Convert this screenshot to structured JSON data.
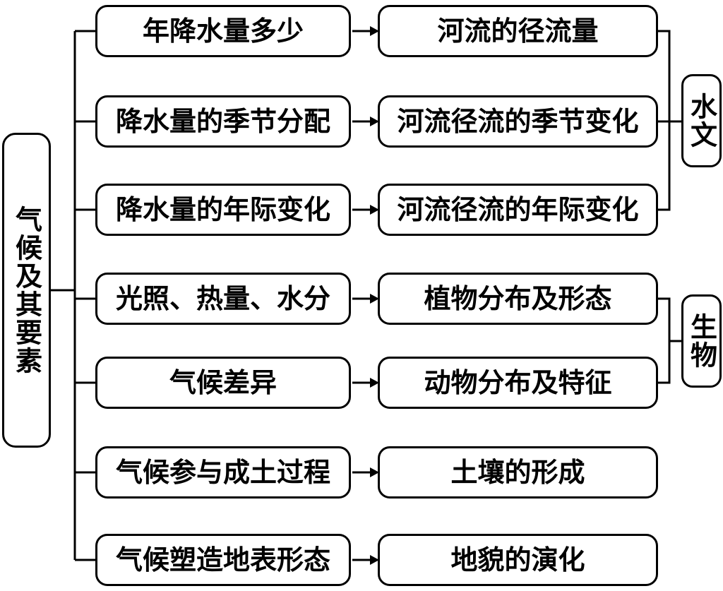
{
  "diagram": {
    "root": {
      "label": "气候及其要素"
    },
    "rows": [
      {
        "cause": "年降水量多少",
        "effect": "河流的径流量"
      },
      {
        "cause": "降水量的季节分配",
        "effect": "河流径流的季节变化"
      },
      {
        "cause": "降水量的年际变化",
        "effect": "河流径流的年际变化"
      },
      {
        "cause": "光照、热量、水分",
        "effect": "植物分布及形态"
      },
      {
        "cause": "气候差异",
        "effect": "动物分布及特征"
      },
      {
        "cause": "气候参与成土过程",
        "effect": "土壤的形成"
      },
      {
        "cause": "气候塑造地表形态",
        "effect": "地貌的演化"
      }
    ],
    "categories": [
      {
        "label": "水文"
      },
      {
        "label": "生物"
      }
    ],
    "colors": {
      "line": "#000000",
      "box_border": "#000000",
      "box_fill": "#ffffff",
      "background": "#ffffff",
      "text": "#000000"
    }
  }
}
